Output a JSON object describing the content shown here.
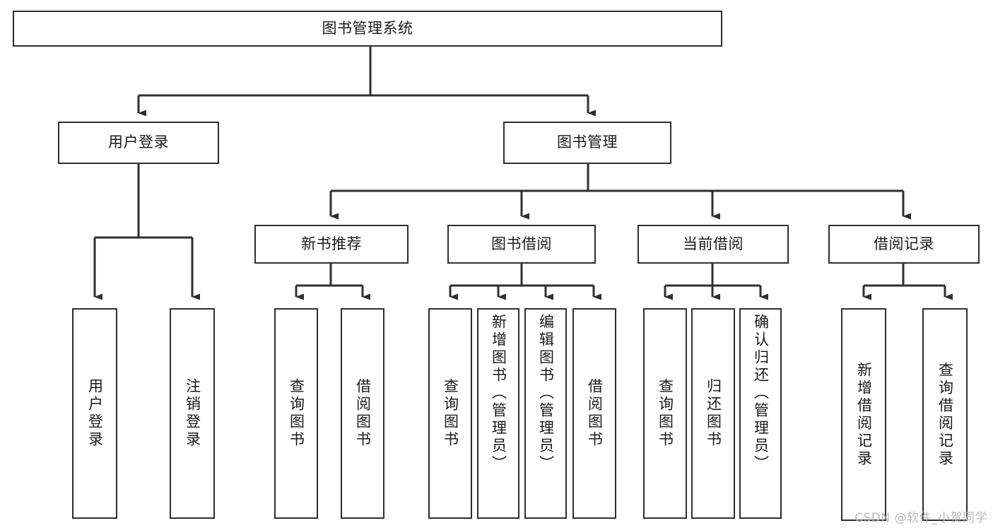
{
  "diagram": {
    "type": "tree-hierarchy",
    "title": "图书管理系统",
    "root": {
      "id": "root",
      "label": "图书管理系统",
      "orientation": "horizontal"
    },
    "level2": [
      {
        "id": "user-login",
        "label": "用户登录",
        "orientation": "horizontal"
      },
      {
        "id": "book-manage",
        "label": "图书管理",
        "orientation": "horizontal"
      }
    ],
    "level3": [
      {
        "id": "new-book-rec",
        "label": "新书推荐",
        "orientation": "horizontal",
        "parent": "book-manage"
      },
      {
        "id": "book-borrow",
        "label": "图书借阅",
        "orientation": "horizontal",
        "parent": "book-manage"
      },
      {
        "id": "current-borrow",
        "label": "当前借阅",
        "orientation": "horizontal",
        "parent": "book-manage"
      },
      {
        "id": "borrow-record",
        "label": "借阅记录",
        "orientation": "horizontal",
        "parent": "book-manage"
      }
    ],
    "leaves": [
      {
        "id": "leaf-user-login",
        "label": "用户登录",
        "parent": "user-login"
      },
      {
        "id": "leaf-user-logout",
        "label": "注销登录",
        "parent": "user-login"
      },
      {
        "id": "leaf-query-book-1",
        "label": "查询图书",
        "parent": "new-book-rec"
      },
      {
        "id": "leaf-borrow-book-1",
        "label": "借阅图书",
        "parent": "new-book-rec"
      },
      {
        "id": "leaf-query-book-2",
        "label": "查询图书",
        "parent": "book-borrow"
      },
      {
        "id": "leaf-add-book",
        "label": "新增图书（管理员）",
        "parent": "book-borrow"
      },
      {
        "id": "leaf-edit-book",
        "label": "编辑图书（管理员）",
        "parent": "book-borrow"
      },
      {
        "id": "leaf-borrow-book-2",
        "label": "借阅图书",
        "parent": "book-borrow"
      },
      {
        "id": "leaf-query-book-3",
        "label": "查询图书",
        "parent": "current-borrow"
      },
      {
        "id": "leaf-return-book",
        "label": "归还图书",
        "parent": "current-borrow"
      },
      {
        "id": "leaf-confirm-return",
        "label": "确认归还（管理员）",
        "parent": "current-borrow"
      },
      {
        "id": "leaf-add-record",
        "label": "新增借阅记录",
        "parent": "borrow-record"
      },
      {
        "id": "leaf-query-record",
        "label": "查询借阅记录",
        "parent": "borrow-record"
      }
    ],
    "colors": {
      "box_border": "#2f2f2f",
      "box_fill": "#ffffff",
      "connector": "#2f2f2f",
      "text": "#1b1b1b",
      "watermark": "#b8b8b8",
      "background": "#ffffff"
    }
  },
  "watermark": {
    "text": "CSDN @软件_小贺同学"
  }
}
